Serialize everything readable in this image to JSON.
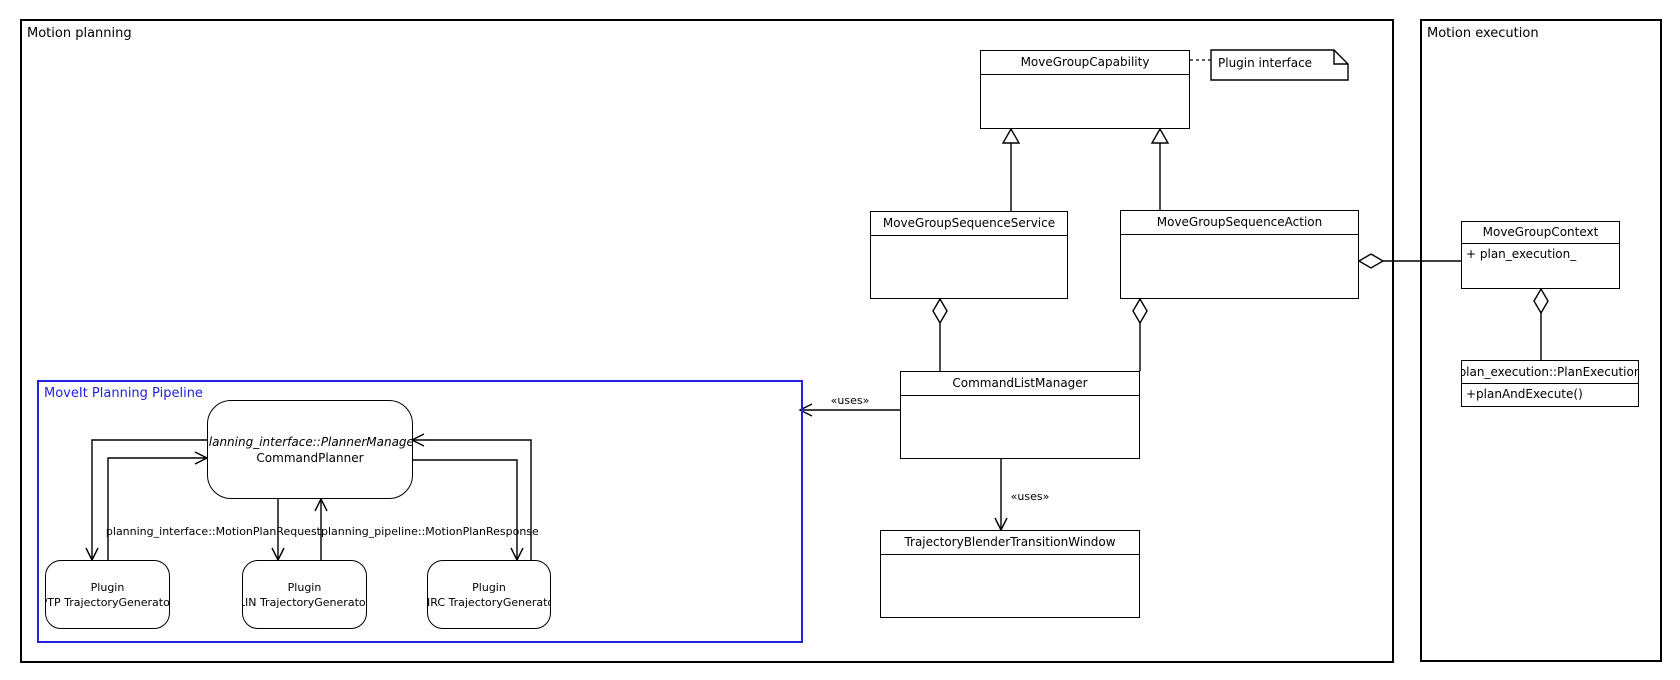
{
  "colors": {
    "accent": "#2222e0",
    "line": "#000000",
    "background": "#ffffff"
  },
  "frames": {
    "motion_planning": {
      "title": "Motion planning"
    },
    "motion_execution": {
      "title": "Motion execution"
    }
  },
  "note": {
    "text": "Plugin interface"
  },
  "classes": {
    "move_group_capability": {
      "name": "MoveGroupCapability"
    },
    "move_group_sequence_service": {
      "name": "MoveGroupSequenceService"
    },
    "move_group_sequence_action": {
      "name": "MoveGroupSequenceAction"
    },
    "command_list_manager": {
      "name": "CommandListManager"
    },
    "trajectory_blender": {
      "name": "TrajectoryBlenderTransitionWindow"
    },
    "move_group_context": {
      "name": "MoveGroupContext",
      "attribute": "+ plan_execution_"
    },
    "plan_execution": {
      "name": "plan_execution::PlanExecution",
      "attribute": "+planAndExecute()"
    }
  },
  "pipeline": {
    "title": "MoveIt Planning Pipeline",
    "planner": {
      "stereotype": "planning_interface::PlannerManager",
      "name": "CommandPlanner"
    },
    "plugins": [
      {
        "line1": "Plugin",
        "line2": "PTP TrajectoryGenerator"
      },
      {
        "line1": "Plugin",
        "line2": "LIN TrajectoryGenerator"
      },
      {
        "line1": "Plugin",
        "line2": "CIRC TrajectoryGenerator"
      }
    ],
    "labels": {
      "request": "planning_interface::MotionPlanRequest",
      "response": "planning_pipeline::MotionPlanResponse"
    }
  },
  "edges": {
    "uses_left": "«uses»",
    "uses_down": "«uses»"
  }
}
